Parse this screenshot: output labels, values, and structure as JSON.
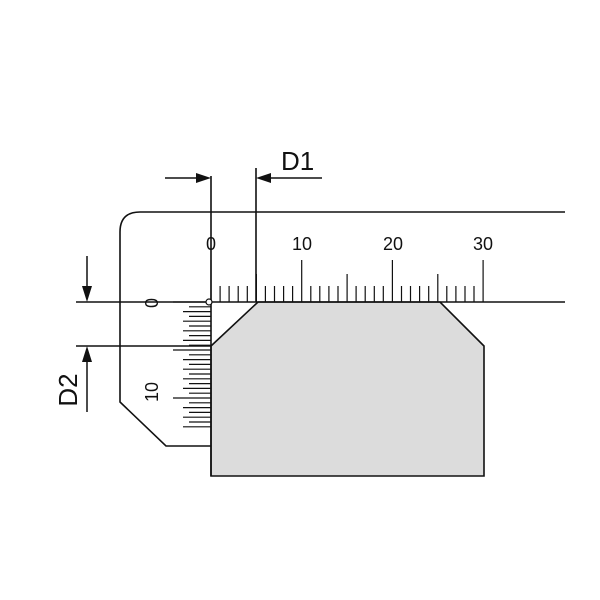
{
  "labels": {
    "d1": "D1",
    "d2": "D2"
  },
  "horizontal_scale": {
    "tick_labels": [
      "0",
      "10",
      "20",
      "30"
    ],
    "min": 0,
    "max": 30,
    "minor_division": 1
  },
  "vertical_scale": {
    "tick_labels": [
      "0",
      "10"
    ],
    "min": 0,
    "max": 13,
    "minor_division": 0.5
  },
  "colors": {
    "line": "#111111",
    "workpiece_fill": "#dcdcdc",
    "background": "#ffffff"
  }
}
